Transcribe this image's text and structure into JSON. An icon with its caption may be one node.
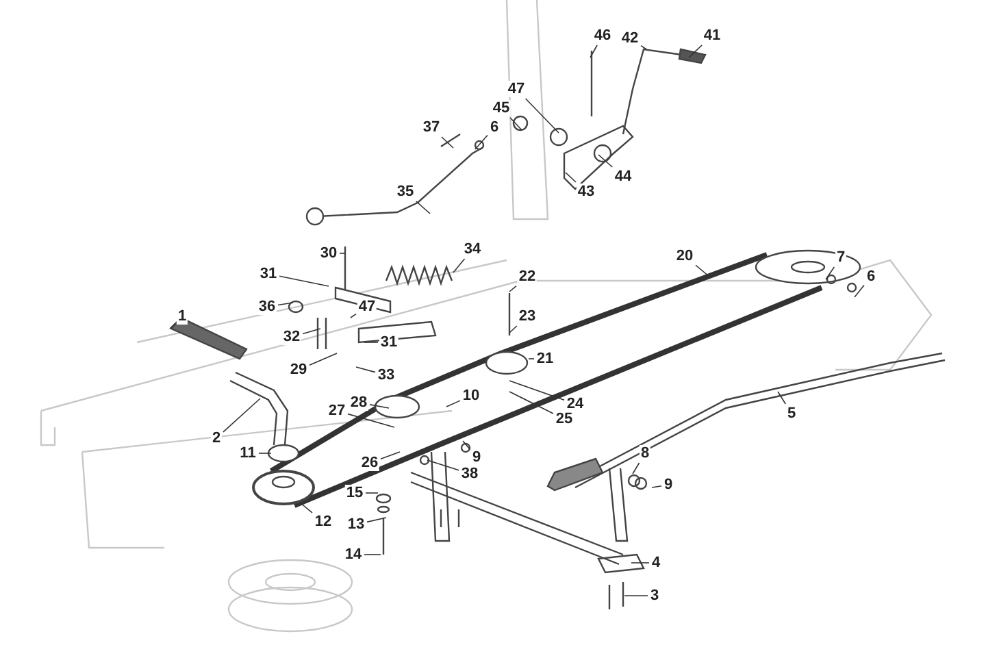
{
  "diagram": {
    "nodes": [
      {
        "text": [
          "46"
        ]
      },
      {
        "text": [
          "42"
        ]
      },
      {
        "text": [
          "41"
        ]
      },
      {
        "text": [
          "47"
        ]
      },
      {
        "text": [
          "45"
        ]
      },
      {
        "text": [
          "37"
        ]
      },
      {
        "text": [
          "6"
        ]
      },
      {
        "text": [
          "44"
        ]
      },
      {
        "text": [
          "43"
        ]
      },
      {
        "text": [
          "35"
        ]
      },
      {
        "text": [
          "34"
        ]
      },
      {
        "text": [
          "30"
        ]
      },
      {
        "text": [
          "20"
        ]
      },
      {
        "text": [
          "7"
        ]
      },
      {
        "text": [
          "6"
        ]
      },
      {
        "text": [
          "31"
        ]
      },
      {
        "text": [
          "22"
        ]
      },
      {
        "text": [
          "36"
        ]
      },
      {
        "text": [
          "47"
        ]
      },
      {
        "text": [
          "1"
        ]
      },
      {
        "text": [
          "32"
        ]
      },
      {
        "text": [
          "23"
        ]
      },
      {
        "text": [
          "29"
        ]
      },
      {
        "text": [
          "31"
        ]
      },
      {
        "text": [
          "21"
        ]
      },
      {
        "text": [
          "33"
        ]
      },
      {
        "text": [
          "28"
        ]
      },
      {
        "text": [
          "10"
        ]
      },
      {
        "text": [
          "24"
        ]
      },
      {
        "text": [
          "5"
        ]
      },
      {
        "text": [
          "25"
        ]
      },
      {
        "text": [
          "27"
        ]
      },
      {
        "text": [
          "2"
        ]
      },
      {
        "text": [
          "26"
        ]
      },
      {
        "text": [
          "11"
        ]
      },
      {
        "text": [
          "9"
        ]
      },
      {
        "text": [
          "8"
        ]
      },
      {
        "text": [
          "38"
        ]
      },
      {
        "text": [
          "9"
        ]
      },
      {
        "text": [
          "15"
        ]
      },
      {
        "text": [
          "12"
        ]
      },
      {
        "text": [
          "13"
        ]
      },
      {
        "text": [
          "14"
        ]
      },
      {
        "text": [
          "4"
        ]
      },
      {
        "text": [
          "3"
        ]
      }
    ],
    "edges": [
      {
        "from": 0,
        "to": null,
        "arrow": "none"
      },
      {
        "from": 1,
        "to": null,
        "arrow": "none"
      },
      {
        "from": 2,
        "to": null,
        "arrow": "none"
      },
      {
        "from": 3,
        "to": null,
        "arrow": "none"
      },
      {
        "from": 4,
        "to": null,
        "arrow": "none"
      },
      {
        "from": 5,
        "to": null,
        "arrow": "none"
      },
      {
        "from": 6,
        "to": null,
        "arrow": "none"
      },
      {
        "from": 7,
        "to": null,
        "arrow": "none"
      },
      {
        "from": 8,
        "to": null,
        "arrow": "none"
      },
      {
        "from": 9,
        "to": null,
        "arrow": "none"
      },
      {
        "from": 10,
        "to": null,
        "arrow": "none"
      },
      {
        "from": 11,
        "to": null,
        "arrow": "none"
      },
      {
        "from": 12,
        "to": null,
        "arrow": "none"
      },
      {
        "from": 13,
        "to": null,
        "arrow": "none"
      },
      {
        "from": 14,
        "to": null,
        "arrow": "none"
      },
      {
        "from": 15,
        "to": null,
        "arrow": "none"
      },
      {
        "from": 16,
        "to": null,
        "arrow": "none"
      },
      {
        "from": 17,
        "to": null,
        "arrow": "none"
      },
      {
        "from": 18,
        "to": null,
        "arrow": "none"
      },
      {
        "from": 19,
        "to": null,
        "arrow": "none"
      },
      {
        "from": 20,
        "to": null,
        "arrow": "none"
      },
      {
        "from": 21,
        "to": null,
        "arrow": "none"
      },
      {
        "from": 22,
        "to": null,
        "arrow": "none"
      },
      {
        "from": 23,
        "to": null,
        "arrow": "none"
      },
      {
        "from": 24,
        "to": null,
        "arrow": "none"
      },
      {
        "from": 25,
        "to": null,
        "arrow": "none"
      },
      {
        "from": 26,
        "to": null,
        "arrow": "none"
      },
      {
        "from": 27,
        "to": null,
        "arrow": "none"
      },
      {
        "from": 28,
        "to": null,
        "arrow": "none"
      },
      {
        "from": 29,
        "to": null,
        "arrow": "none"
      },
      {
        "from": 30,
        "to": null,
        "arrow": "none"
      },
      {
        "from": 31,
        "to": null,
        "arrow": "none"
      },
      {
        "from": 32,
        "to": null,
        "arrow": "none"
      },
      {
        "from": 33,
        "to": null,
        "arrow": "none"
      },
      {
        "from": 34,
        "to": null,
        "arrow": "none"
      },
      {
        "from": 35,
        "to": null,
        "arrow": "none"
      },
      {
        "from": 36,
        "to": null,
        "arrow": "none"
      },
      {
        "from": 37,
        "to": null,
        "arrow": "none"
      },
      {
        "from": 38,
        "to": null,
        "arrow": "none"
      },
      {
        "from": 39,
        "to": null,
        "arrow": "none"
      },
      {
        "from": 40,
        "to": null,
        "arrow": "none"
      },
      {
        "from": 41,
        "to": null,
        "arrow": "none"
      },
      {
        "from": 42,
        "to": null,
        "arrow": "none"
      },
      {
        "from": 43,
        "to": null,
        "arrow": "none"
      },
      {
        "from": 44,
        "to": null,
        "arrow": "none"
      }
    ]
  }
}
